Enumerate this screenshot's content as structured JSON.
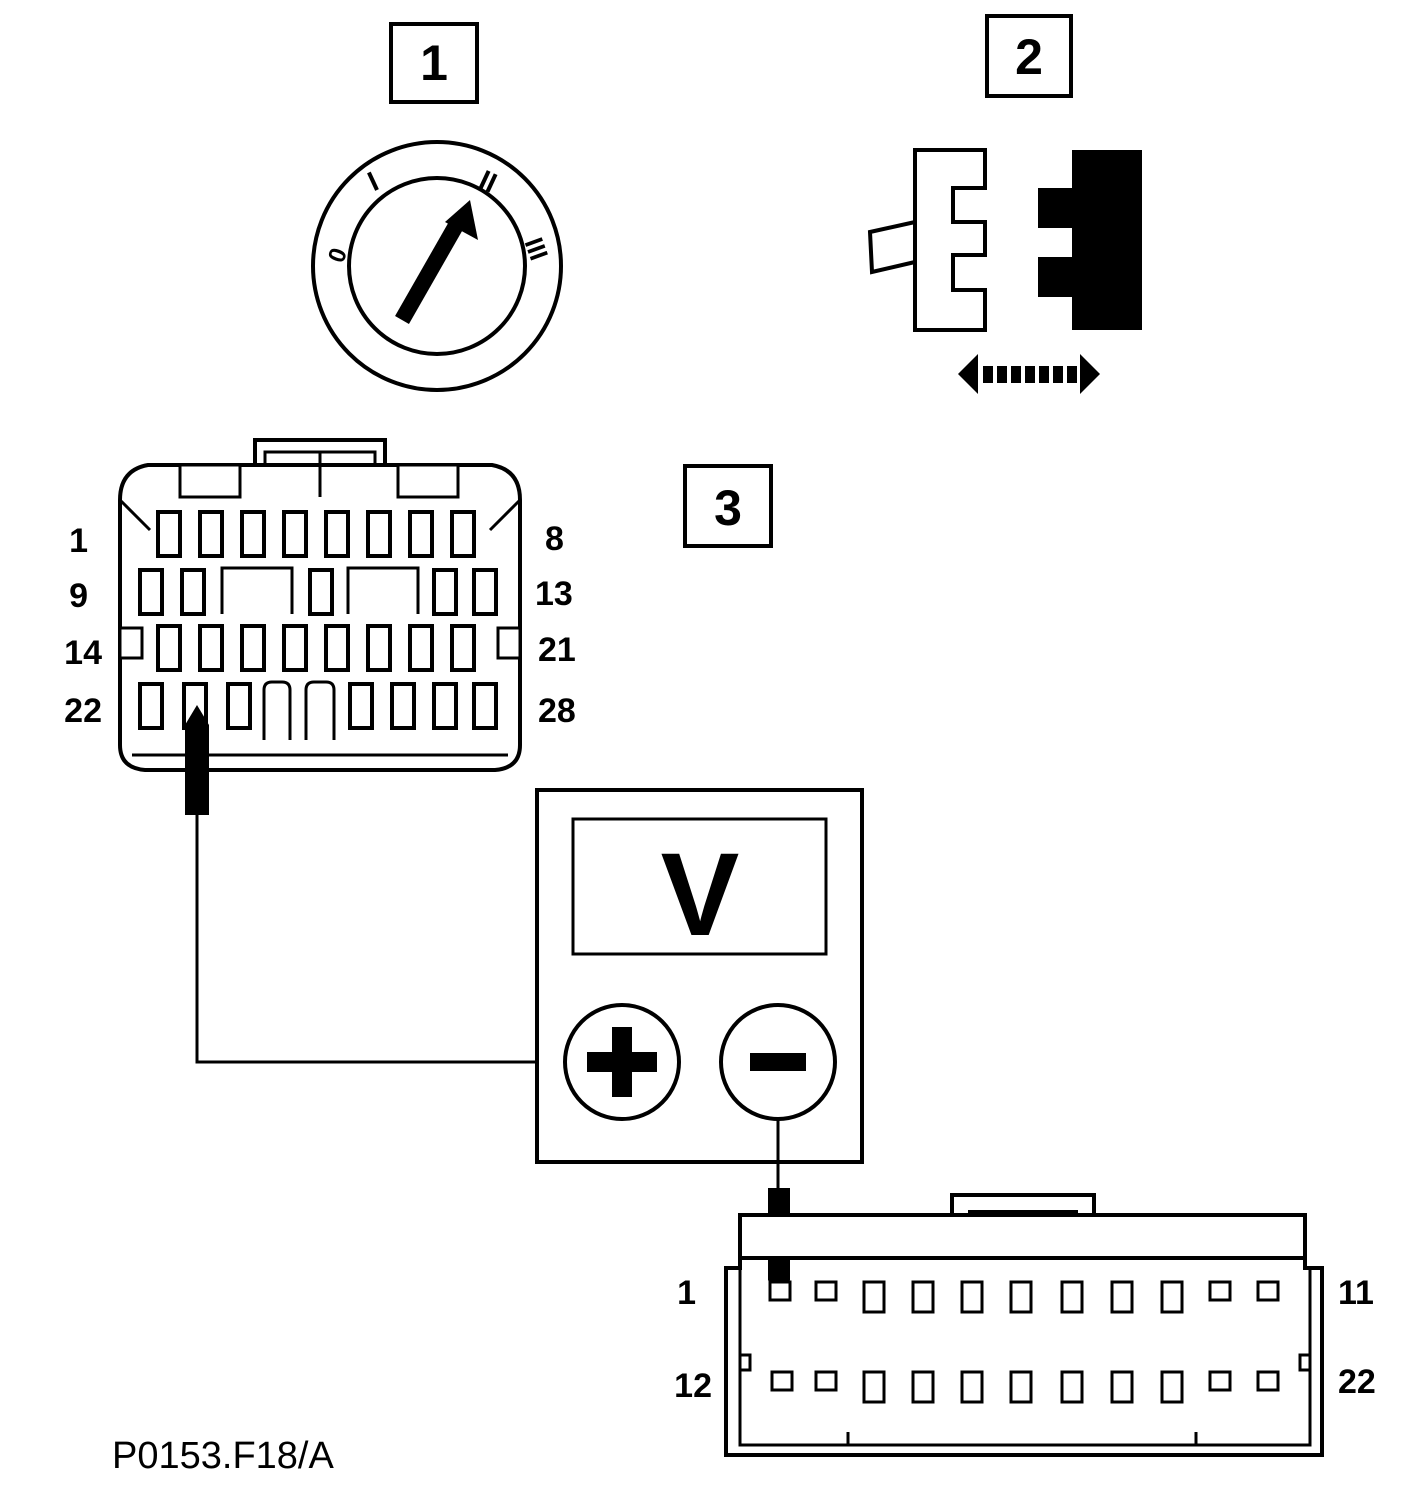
{
  "steps": [
    {
      "number": "1",
      "name": "ignition-switch"
    },
    {
      "number": "2",
      "name": "connector-disconnect"
    },
    {
      "number": "3",
      "name": "voltage-measurement"
    }
  ],
  "ignition_positions": [
    "0",
    "I",
    "II",
    "III"
  ],
  "connector_28": {
    "row_labels_left": [
      "1",
      "9",
      "14",
      "22"
    ],
    "row_labels_right": [
      "8",
      "13",
      "21",
      "28"
    ]
  },
  "voltmeter": {
    "display": "V",
    "positive": "+",
    "negative": "−"
  },
  "connector_22": {
    "row_labels_left": [
      "1",
      "12"
    ],
    "row_labels_right": [
      "11",
      "22"
    ]
  },
  "figure_reference": "P0153.F18/A"
}
